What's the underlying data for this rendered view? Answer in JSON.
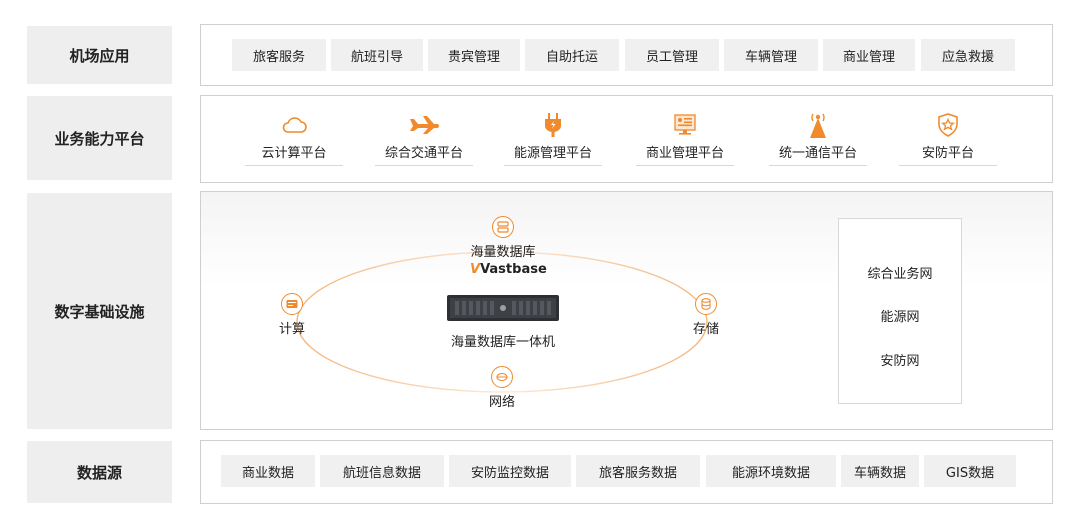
{
  "rows": {
    "airport_apps": "机场应用",
    "business_platform": "业务能力平台",
    "digital_infra": "数字基础设施",
    "data_sources": "数据源"
  },
  "airport_apps": [
    "旅客服务",
    "航班引导",
    "贵宾管理",
    "自助托运",
    "员工管理",
    "车辆管理",
    "商业管理",
    "应急救援"
  ],
  "platforms": [
    {
      "label": "云计算平台",
      "icon": "cloud-icon"
    },
    {
      "label": "综合交通平台",
      "icon": "airplane-icon"
    },
    {
      "label": "能源管理平台",
      "icon": "plug-icon"
    },
    {
      "label": "商业管理平台",
      "icon": "monitor-icon"
    },
    {
      "label": "统一通信平台",
      "icon": "signal-tower-icon"
    },
    {
      "label": "安防平台",
      "icon": "shield-star-icon"
    }
  ],
  "infra": {
    "database": "海量数据库",
    "brand_logo": "Vastbase",
    "appliance": "海量数据库一体机",
    "compute": "计算",
    "storage": "存储",
    "network": "网络",
    "networks": [
      "综合业务网",
      "能源网",
      "安防网"
    ]
  },
  "data_sources": [
    "商业数据",
    "航班信息数据",
    "安防监控数据",
    "旅客服务数据",
    "能源环境数据",
    "车辆数据",
    "GIS数据"
  ],
  "colors": {
    "accent": "#f08a2c",
    "label_bg": "#eeeeee",
    "chip_bg": "#f0f0f0"
  }
}
